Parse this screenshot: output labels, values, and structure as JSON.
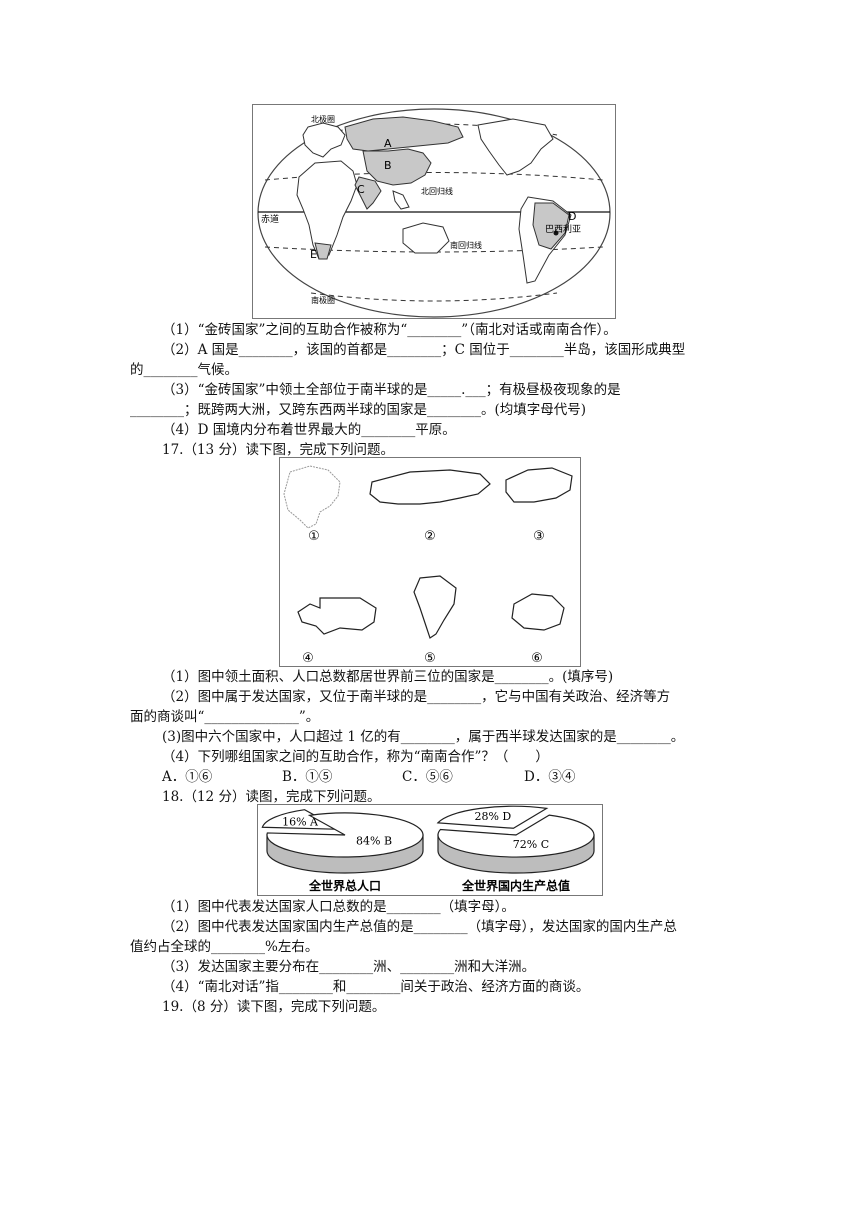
{
  "map_figure": {
    "labels": {
      "arctic_circle": "北极圈",
      "tropic_cancer": "北回归线",
      "equator": "赤道",
      "tropic_capricorn": "南回归线",
      "antarctic_circle": "南极圈",
      "brazil": "巴西利亚",
      "A": "A",
      "B": "B",
      "C": "C",
      "D": "D",
      "E": "E"
    }
  },
  "q16": {
    "p1": "（1）“金砖国家”之间的互助合作被称为“________”（南北对话或南南合作）。",
    "p2a": "（2）A 国是________，该国的首都是________；C 国位于________半岛，该国形成典型",
    "p2b": "的________气候。",
    "p3a": "（3）“金砖国家”中领土全部位于南半球的是_____.___；有极昼极夜现象的是",
    "p3b": "________；既跨两大洲，又跨东西两半球的国家是________。(均填字母代号)",
    "p4": "（4）D 国境内分布着世界最大的________平原。"
  },
  "q17": {
    "title": "17.（13 分）读下图，完成下列问题。",
    "figure_labels": [
      "①",
      "②",
      "③",
      "④",
      "⑤",
      "⑥"
    ],
    "p1": "（1）图中领土面积、人口总数都居世界前三位的国家是________。(填序号)",
    "p2a": "（2）图中属于发达国家，又位于南半球的是________，它与中国有关政治、经济等方",
    "p2b": "面的商谈叫“______________”。",
    "p3": "(3)图中六个国家中，人口超过 1 亿的有________，属于西半球发达国家的是________。",
    "p4": "（4）下列哪组国家之间的互助合作，称为“南南合作”？（　　）",
    "options": [
      "A．①⑥",
      "B．①⑤",
      "C．⑤⑥",
      "D．③④"
    ]
  },
  "q18": {
    "title": "18.（12 分）读图，完成下列问题。",
    "p1": "（1）图中代表发达国家人口总数的是________（填字母）。",
    "p2a": "（2）图中代表发达国家国内生产总值的是________（填字母），发达国家的国内生产总",
    "p2b": "值约占全球的________%左右。",
    "p3": "（3）发达国家主要分布在________洲、________洲和大洋洲。",
    "p4": "（4）“南北对话”指________和________间关于政治、经济方面的商谈。"
  },
  "q19": {
    "title": "19.（8 分）读下图，完成下列问题。"
  },
  "chart_data": [
    {
      "type": "pie",
      "title": "全世界总人口",
      "slices": [
        {
          "label": "A",
          "value": 16,
          "text": "16%"
        },
        {
          "label": "B",
          "value": 84,
          "text": "84%"
        }
      ]
    },
    {
      "type": "pie",
      "title": "全世界国内生产总值",
      "slices": [
        {
          "label": "C",
          "value": 72,
          "text": "72%"
        },
        {
          "label": "D",
          "value": 28,
          "text": "28%"
        }
      ]
    }
  ]
}
